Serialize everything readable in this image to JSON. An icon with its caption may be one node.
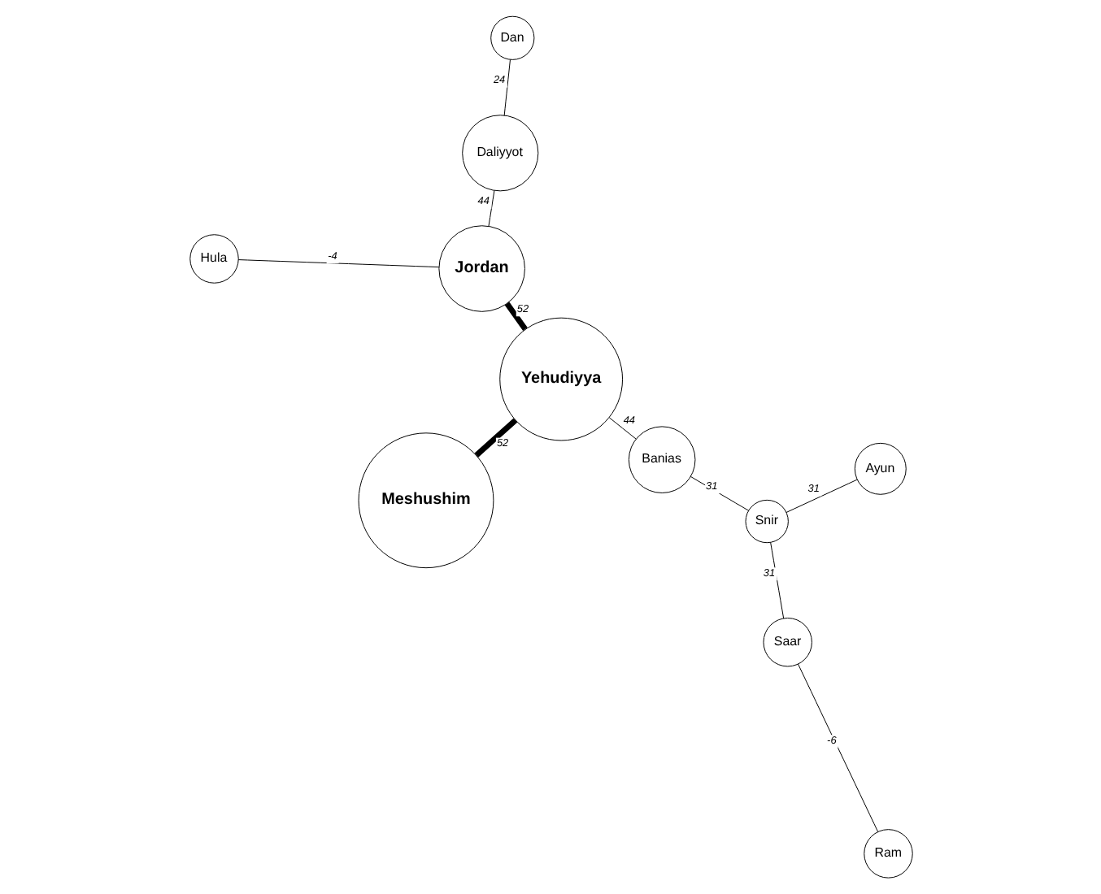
{
  "diagram": {
    "nodes": [
      {
        "text": [
          "Hula"
        ]
      },
      {
        "text": [
          "Ram"
        ]
      },
      {
        "text": [
          "Saar"
        ]
      },
      {
        "text": [
          "Daliyyot"
        ]
      },
      {
        "text": [
          "Dan"
        ]
      },
      {
        "text": [
          "Jordan"
        ]
      },
      {
        "text": [
          "Yehudiyya"
        ]
      },
      {
        "text": [
          "Banias"
        ]
      },
      {
        "text": [
          "Snir"
        ]
      },
      {
        "text": [
          "Meshushim"
        ]
      },
      {
        "text": [
          "Ayun"
        ]
      }
    ],
    "edges": [
      {
        "from": 0,
        "to": 5,
        "arrow": "none",
        "label": "-4"
      },
      {
        "from": 1,
        "to": 2,
        "arrow": "none",
        "label": "-6"
      },
      {
        "from": 4,
        "to": 3,
        "arrow": "none",
        "label": "24"
      },
      {
        "from": 3,
        "to": 5,
        "arrow": "none",
        "label": "44"
      },
      {
        "from": 5,
        "to": 6,
        "arrow": "none",
        "label": "52",
        "style": "thick"
      },
      {
        "from": 6,
        "to": 7,
        "arrow": "none",
        "label": "44"
      },
      {
        "from": 6,
        "to": 9,
        "arrow": "none",
        "label": "52",
        "style": "thick"
      },
      {
        "from": 7,
        "to": 8,
        "arrow": "none",
        "label": "31"
      },
      {
        "from": 8,
        "to": 2,
        "arrow": "none",
        "label": "31"
      },
      {
        "from": 8,
        "to": 10,
        "arrow": "none",
        "label": "31"
      }
    ]
  }
}
